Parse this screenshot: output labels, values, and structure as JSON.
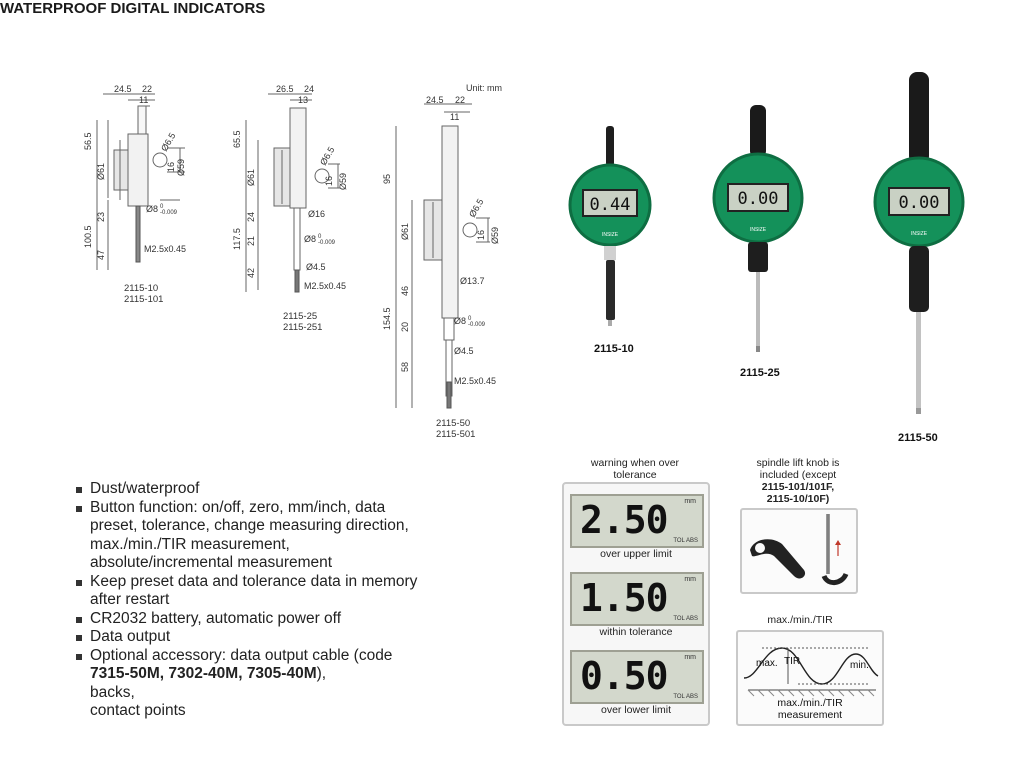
{
  "title": "WATERPROOF DIGITAL INDICATORS",
  "unit_note": "Unit: mm",
  "drawing1": {
    "dims": [
      "24.5",
      "22",
      "11",
      "56.5",
      "Ø61",
      "Ø6.5",
      "16",
      "Ø59",
      "100.5",
      "23",
      "Ø8",
      "0",
      "-0.009",
      "47",
      "M2.5x0.45"
    ],
    "models": [
      "2115-10",
      "2115-101"
    ]
  },
  "drawing2": {
    "dims": [
      "26.5",
      "24",
      "13",
      "65.5",
      "Ø6.5",
      "Ø61",
      "16",
      "Ø59",
      "117.5",
      "24",
      "Ø16",
      "21",
      "Ø8",
      "0",
      "-0.009",
      "42",
      "Ø4.5",
      "M2.5x0.45"
    ],
    "models": [
      "2115-25",
      "2115-251"
    ]
  },
  "drawing3": {
    "dims": [
      "24.5",
      "22",
      "11",
      "95",
      "Ø6.5",
      "Ø61",
      "16",
      "Ø59",
      "154.5",
      "46",
      "Ø13.7",
      "20",
      "Ø8",
      "0",
      "-0.009",
      "Ø4.5",
      "58",
      "M2.5x0.45"
    ],
    "models": [
      "2115-50",
      "2115-501"
    ]
  },
  "photos": [
    {
      "model": "2115-10",
      "reading": "0.44"
    },
    {
      "model": "2115-25",
      "reading": "0.00"
    },
    {
      "model": "2115-50",
      "reading": "0.00"
    }
  ],
  "dial_brand": "INSIZE",
  "features": [
    "Dust/waterproof",
    "Button function: on/off, zero, mm/inch, data preset, tolerance, change measuring direction, max./min./TIR measurement, absolute/incremental measurement",
    "Keep preset data and tolerance data in memory after restart",
    "CR2032 battery, automatic power off",
    "Data output"
  ],
  "accessory": {
    "prefix": "Optional accessory: data output cable (code ",
    "codes": "7315-50M, 7302-40M, 7305-40M",
    "suffix": "),",
    "line2": "backs,",
    "line3": "contact points"
  },
  "warning_caption": "warning when over tolerance",
  "lcd_panels": [
    {
      "value": "2.50",
      "caption": "over upper limit",
      "unit": "mm",
      "tol": "TOL ABS"
    },
    {
      "value": "1.50",
      "caption": "within tolerance",
      "unit": "mm",
      "tol": "TOL ABS"
    },
    {
      "value": "0.50",
      "caption": "over lower limit",
      "unit": "mm",
      "tol": "TOL ABS"
    }
  ],
  "knob_caption": {
    "line1": "spindle lift knob is",
    "line2": "included (except",
    "line3": "2115-101/101F,",
    "line4": "2115-10/10F)"
  },
  "tir": {
    "caption_top": "max./min./TIR",
    "label_max": "max.",
    "label_tir": "TIR",
    "label_min": "min.",
    "caption_bottom_1": "max./min./TIR",
    "caption_bottom_2": "measurement"
  }
}
